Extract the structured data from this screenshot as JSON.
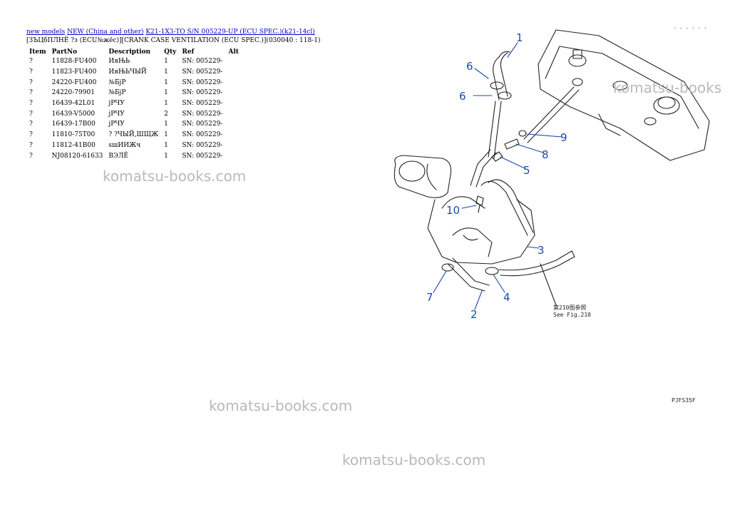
{
  "breadcrumbs": {
    "link1": "new models",
    "link2": "NEW (China and other)",
    "link3": "K21-1X3-TO S/N 005229-UP (ECU SPEC.)(k21-14cl)"
  },
  "subtitle": "[ЗЪЦбПЛНЁ ?з (ECU№жёс)][CRANK CASE VENTILATION (ECU SPEC.)](030040 : 118-1)",
  "table": {
    "headers": [
      "Item",
      "PartNo",
      "Description",
      "Qty",
      "Ref",
      "Alt"
    ],
    "rows": [
      [
        "?",
        "11828-FU400",
        "ИяЊЬ",
        "1",
        "SN: 005229-",
        ""
      ],
      [
        "?",
        "11823-FU400",
        "ИяЊЬЧЫЙ",
        "1",
        "SN: 005229-",
        ""
      ],
      [
        "?",
        "24220-FU400",
        "№БјР",
        "1",
        "SN: 005229-",
        ""
      ],
      [
        "?",
        "24220-79901",
        "№БјР",
        "1",
        "SN: 005229-",
        ""
      ],
      [
        "?",
        "16439-42L01",
        "јРЧУ",
        "1",
        "SN: 005229-",
        ""
      ],
      [
        "?",
        "16439-V5000",
        "јРЧУ",
        "2",
        "SN: 005229-",
        ""
      ],
      [
        "?",
        "16439-17B00",
        "јРЧУ",
        "1",
        "SN: 005229-",
        ""
      ],
      [
        "?",
        "11810-75T00",
        "? ?ЧЫЙ,ШЩЖ",
        "1",
        "SN: 005229-",
        ""
      ],
      [
        "?",
        "11812-41B00",
        "sшИИЖч",
        "1",
        "SN: 005229-",
        ""
      ],
      [
        "?",
        "NJ08120-61633",
        "ВЭЛЁ",
        "1",
        "SN: 005229-",
        ""
      ]
    ]
  },
  "watermarks": [
    "komatsu-books.com",
    "komatsu-books.com",
    "komatsu-books.com",
    "komatsu-books"
  ],
  "diagram": {
    "callouts": [
      "1",
      "6",
      "6",
      "9",
      "8",
      "5",
      "10",
      "3",
      "7",
      "4",
      "2"
    ],
    "see_fig_cn": "第210图参照",
    "see_fig": "See Fig.210",
    "drawing_code": "PJFS35F",
    "corner_dots": ". . . . . ."
  }
}
